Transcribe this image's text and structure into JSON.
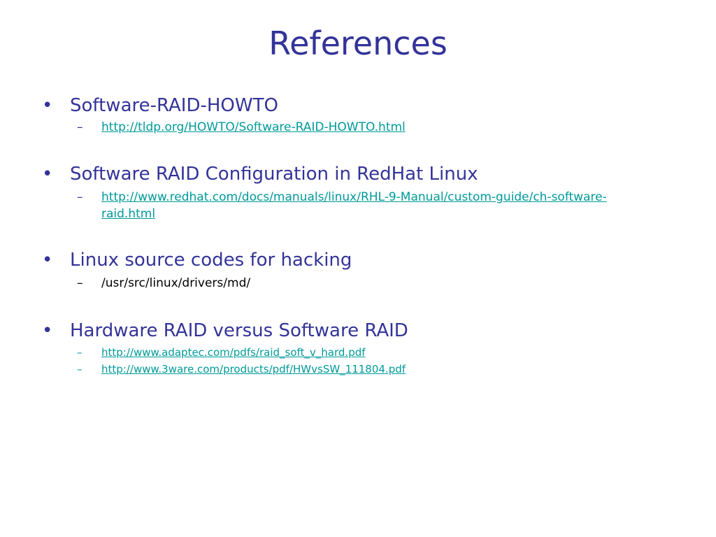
{
  "slide": {
    "title": "References"
  },
  "sections": [
    {
      "bullet": "•",
      "heading": "Software-RAID-HOWTO",
      "items": [
        {
          "dash": "–",
          "text": "http://tldp.org/HOWTO/Software-RAID-HOWTO.html"
        }
      ]
    },
    {
      "bullet": "•",
      "heading": "Software RAID Configuration in RedHat Linux",
      "items": [
        {
          "dash": "–",
          "text_line1": "http://www.redhat.com/docs/manuals/linux/RHL-9-Manual/custom-guide/ch-software-",
          "text_line2": "raid.html"
        }
      ]
    },
    {
      "bullet": "•",
      "heading": "Linux source codes for hacking",
      "items": [
        {
          "dash": "–",
          "text": "/usr/src/linux/drivers/md/"
        }
      ]
    },
    {
      "bullet": "•",
      "heading": "Hardware RAID versus Software RAID",
      "items": [
        {
          "dash": "–",
          "text": "http://www.adaptec.com/pdfs/raid_soft_v_hard.pdf"
        },
        {
          "dash": "–",
          "text": "http://www.3ware.com/products/pdf/HWvsSW_111804.pdf"
        }
      ]
    }
  ],
  "colors": {
    "title": "#333399",
    "heading": "#333399",
    "link": "#009999",
    "plain_text": "#000000",
    "background": "#ffffff"
  }
}
